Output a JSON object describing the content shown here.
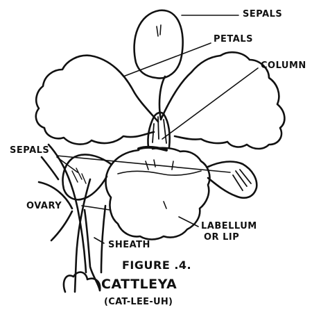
{
  "labels": {
    "sepals_top": "SEPALS",
    "petals": "PETALS",
    "column": "COLUMN",
    "sepals_left": "SEPALS",
    "ovary": "OVARY",
    "sheath": "SHEATH",
    "labellum_line1": "LABELLUM",
    "labellum_line2": "OR LIP"
  },
  "caption": {
    "figure": "FIGURE .4.",
    "name": "CATTLEYA",
    "pronunciation": "(CAT-LEE-UH)"
  },
  "colors": {
    "ink": "#111111",
    "paper": "#ffffff"
  }
}
